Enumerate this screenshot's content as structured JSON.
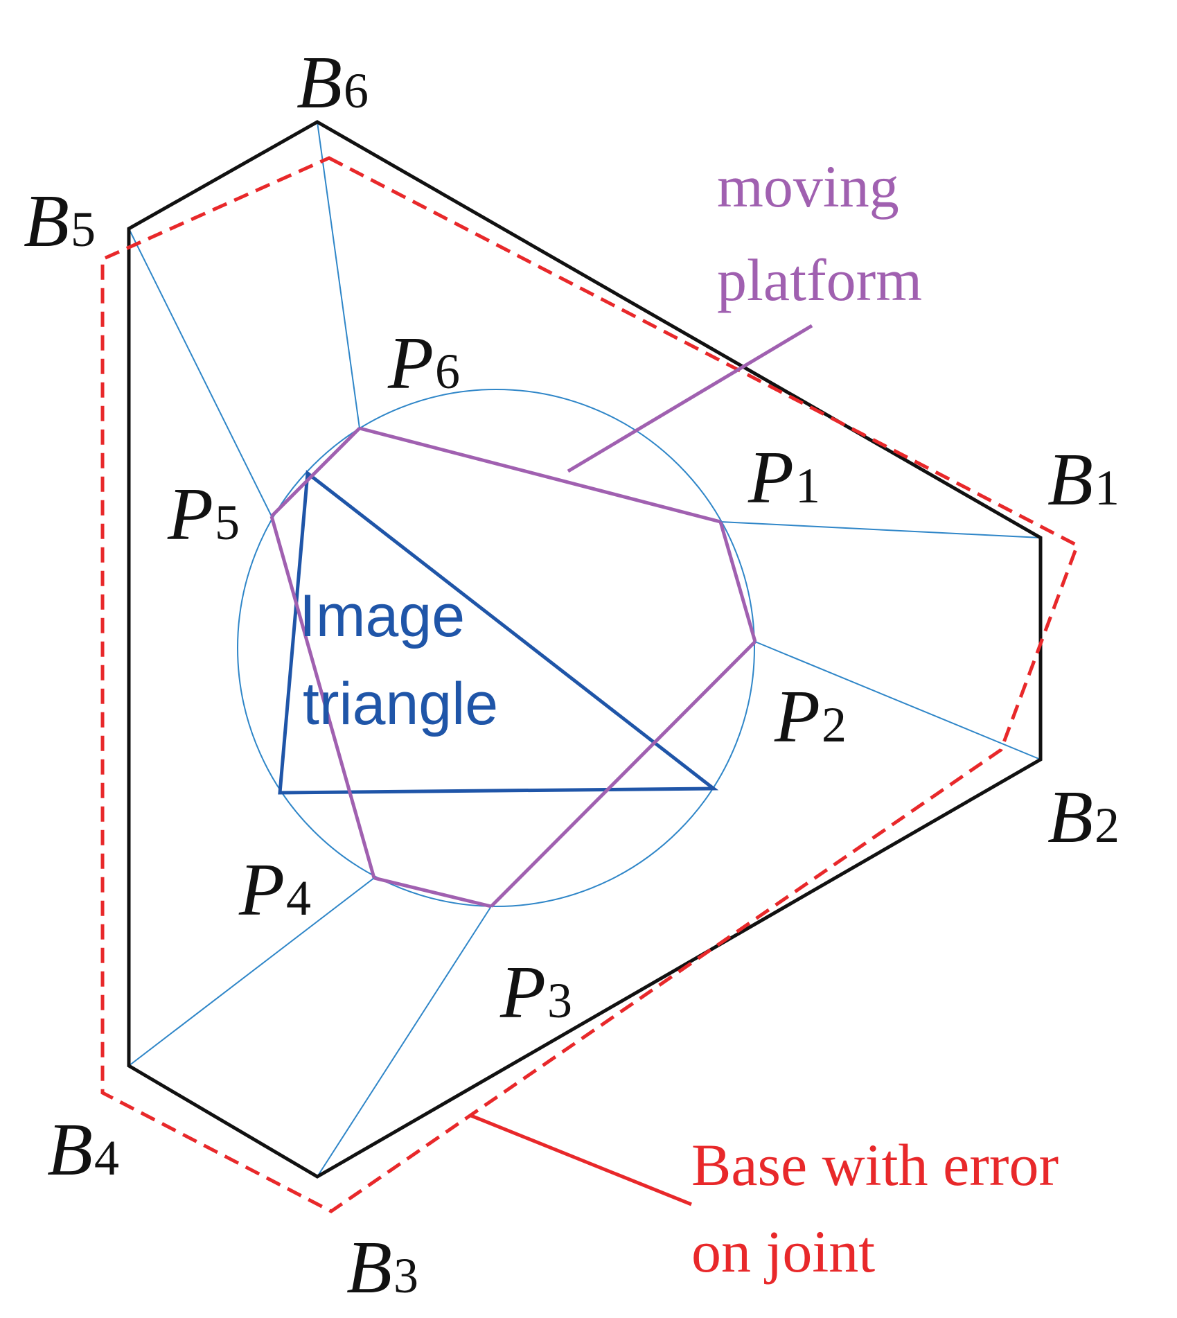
{
  "colors": {
    "base": "#111111",
    "error_base": "#e8282a",
    "legs": "#2f86c8",
    "platform": "#a060b0",
    "image_triangle": "#1f55a8",
    "circle": "#2f86c8"
  },
  "base_labels": [
    {
      "main": "B",
      "sub": "1"
    },
    {
      "main": "B",
      "sub": "2"
    },
    {
      "main": "B",
      "sub": "3"
    },
    {
      "main": "B",
      "sub": "4"
    },
    {
      "main": "B",
      "sub": "5"
    },
    {
      "main": "B",
      "sub": "6"
    }
  ],
  "platform_labels": [
    {
      "main": "P",
      "sub": "1"
    },
    {
      "main": "P",
      "sub": "2"
    },
    {
      "main": "P",
      "sub": "3"
    },
    {
      "main": "P",
      "sub": "4"
    },
    {
      "main": "P",
      "sub": "5"
    },
    {
      "main": "P",
      "sub": "6"
    }
  ],
  "annotations": {
    "moving_platform": [
      "moving",
      "platform"
    ],
    "image_triangle": [
      "Image",
      "triangle"
    ],
    "base_error": [
      "Base with error",
      "on joint"
    ]
  }
}
